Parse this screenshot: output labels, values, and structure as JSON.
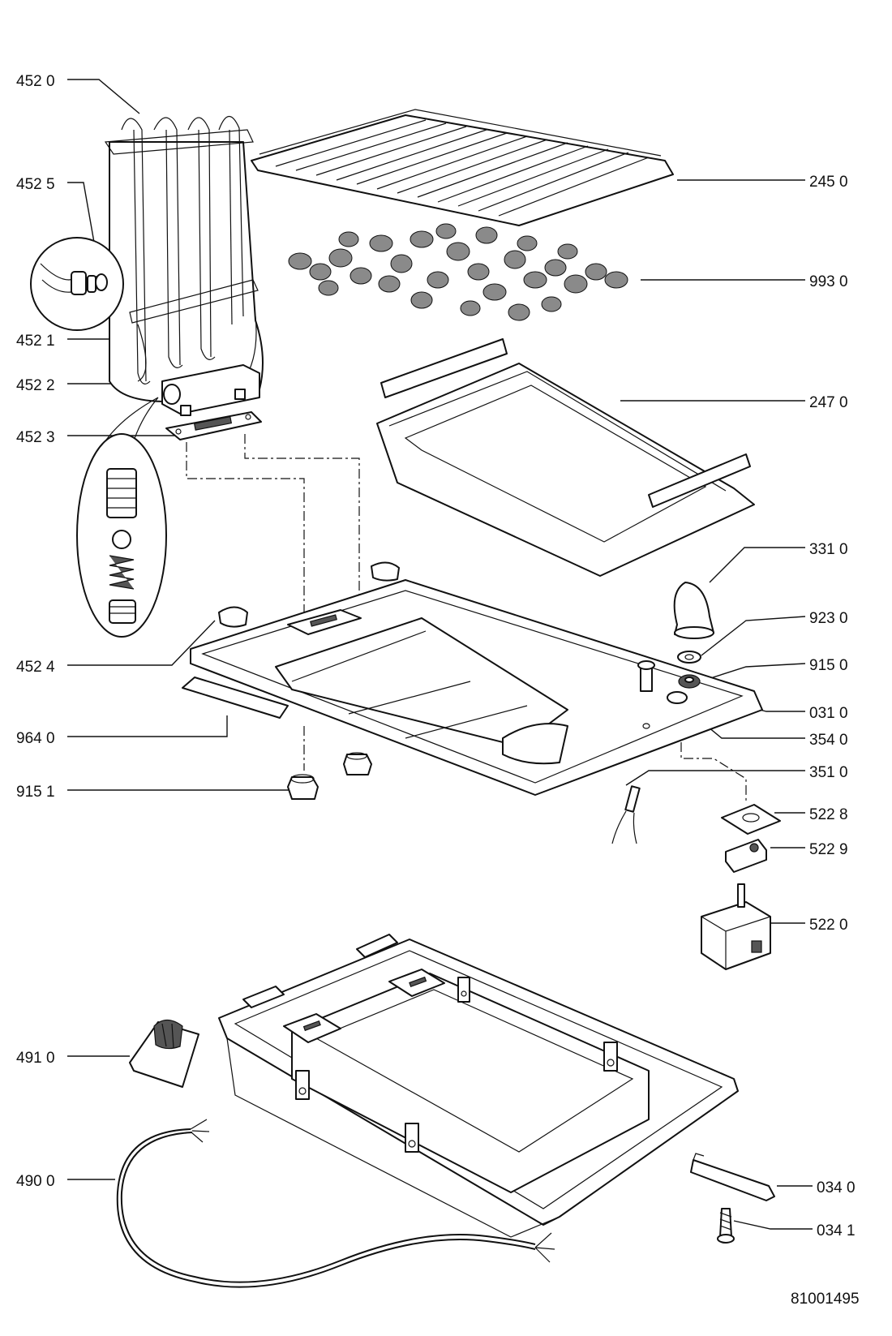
{
  "diagram": {
    "drawing_number": "81001495",
    "labels": {
      "l4520": "452 0",
      "l4525": "452 5",
      "l4521": "452 1",
      "l4522": "452 2",
      "l4523": "452 3",
      "l4524": "452 4",
      "l9640": "964 0",
      "l9151": "915 1",
      "l4910": "491 0",
      "l4900": "490 0",
      "l2450": "245 0",
      "l9930": "993 0",
      "l2470": "247 0",
      "l3310": "331 0",
      "l9230": "923 0",
      "l9150": "915 0",
      "l0310": "031 0",
      "l3540": "354 0",
      "l3510": "351 0",
      "l5228": "522 8",
      "l5229": "522 9",
      "l5220": "522 0",
      "l0340": "034 0",
      "l0341": "034 1"
    }
  }
}
